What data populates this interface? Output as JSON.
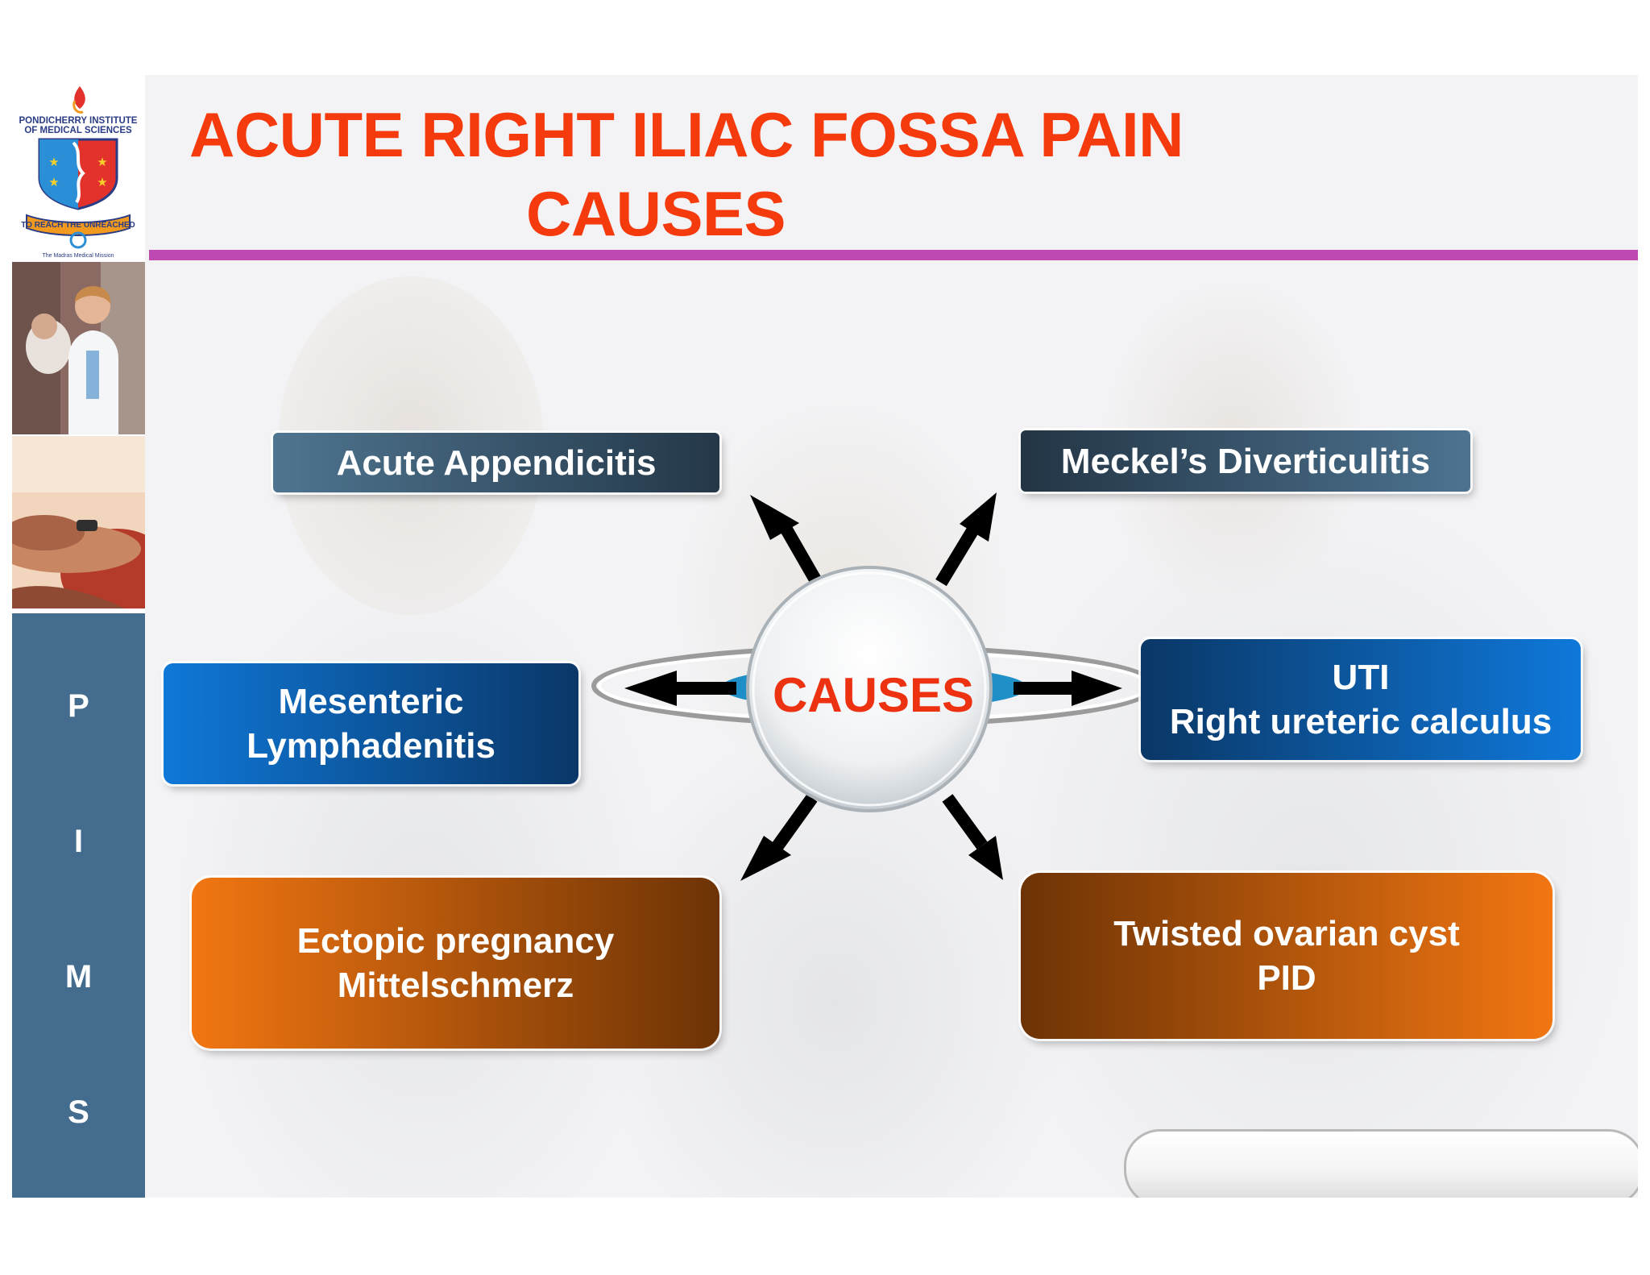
{
  "slide": {
    "title_line1": "ACUTE RIGHT ILIAC FOSSA PAIN",
    "title_line2": "CAUSES",
    "center_label": "CAUSES"
  },
  "sidebar": {
    "logo_text": "PONDICHERRY INSTITUTE OF MEDICAL SCIENCES",
    "logo_motto": "TO REACH THE UNREACHED",
    "logo_footer": "The Madras Medical Mission",
    "letters": [
      "P",
      "I",
      "M",
      "S"
    ]
  },
  "causes": {
    "appendicitis": "Acute Appendicitis",
    "meckel": "Meckel’s Diverticulitis",
    "mesenteric_line1": "Mesenteric",
    "mesenteric_line2": "Lymphadenitis",
    "uti_line1": "UTI",
    "uti_line2": "Right ureteric calculus",
    "ectopic_line1": "Ectopic pregnancy",
    "ectopic_line2": "Mittelschmerz",
    "twisted_line1": "Twisted ovarian cyst",
    "twisted_line2": "PID"
  },
  "colors": {
    "title": "#f53a0e",
    "rule": "#bf49b2",
    "sidebar": "#436c8f",
    "blue_gradient": [
      "#0f78d8",
      "#0a3768"
    ],
    "orange_gradient": [
      "#f27612",
      "#6d3305"
    ],
    "slate_gradient": [
      "#4f7590",
      "#243849"
    ]
  }
}
